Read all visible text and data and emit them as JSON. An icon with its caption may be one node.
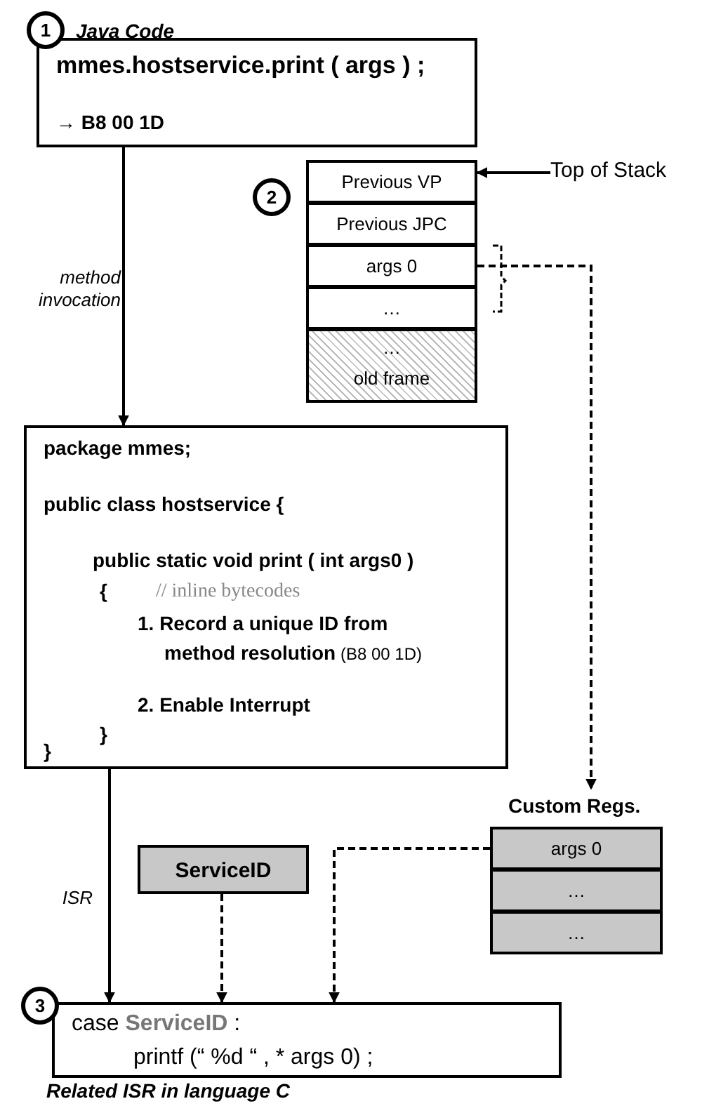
{
  "diagram": {
    "nodes": [
      {
        "text": [
          "1"
        ]
      },
      {
        "text": [
          "Java Code",
          "mmes.hostservice.print ( args ) ;",
          "→ B8 00 1D"
        ]
      },
      {
        "text": [
          "Top of Stack"
        ]
      },
      {
        "text": [
          "2"
        ]
      },
      {
        "text": [
          "Previous VP"
        ]
      },
      {
        "text": [
          "Previous JPC"
        ]
      },
      {
        "text": [
          "args 0"
        ]
      },
      {
        "text": [
          "…"
        ]
      },
      {
        "text": [
          "…",
          "old frame"
        ]
      },
      {
        "text": [
          "package mmes;",
          "public class hostservice {",
          "public static void print ( int args0 )",
          "{",
          "// inline bytecodes",
          "**1. Record a unique ID from method resolution** (B8 00 1D)",
          "2. Enable Interrupt",
          "}",
          "}"
        ]
      },
      {
        "text": [
          "Custom Regs."
        ]
      },
      {
        "text": [
          "args 0"
        ],
        "in": 10
      },
      {
        "text": [
          "…"
        ],
        "in": 10
      },
      {
        "text": [
          "…"
        ],
        "in": 10
      },
      {
        "text": [
          "ServiceID"
        ]
      },
      {
        "text": [
          "3"
        ]
      },
      {
        "text": [
          "case **ServiceID** :",
          "printf (“ %d “ , * args 0) ;",
          "Related ISR in language C"
        ]
      }
    ],
    "edges": [
      {
        "from": 1,
        "to": 9,
        "arrow": "to",
        "label": "method invocation"
      },
      {
        "from": 2,
        "to": 4,
        "arrow": "to"
      },
      {
        "from": 6,
        "to": 10,
        "arrow": "to",
        "style": "dashed"
      },
      {
        "from": 9,
        "to": 16,
        "arrow": "to",
        "label": "ISR"
      },
      {
        "from": 14,
        "to": 16,
        "arrow": "to",
        "style": "dashed"
      },
      {
        "from": 11,
        "to": 16,
        "arrow": "to",
        "style": "dashed"
      }
    ]
  }
}
